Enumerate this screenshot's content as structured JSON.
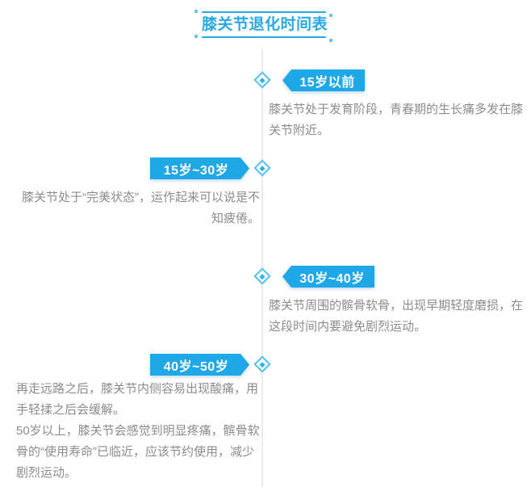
{
  "title": {
    "text": "膝关节退化时间表"
  },
  "colors": {
    "accent_blue": "#1fa8e8",
    "title_blue": "#29a9e2",
    "diamond_border": "#56c2eb",
    "diamond_fill": "#2eb3e8",
    "text_gray": "#8c8c8c",
    "timeline_gray": "#ececec"
  },
  "timeline": {
    "entries": [
      {
        "side": "right",
        "label": "15岁以前",
        "paragraphs": [
          "膝关节处于发育阶段，青春期的生长痛多发在膝关节附近。"
        ]
      },
      {
        "side": "left",
        "label": "15岁~30岁",
        "paragraphs": [
          "膝关节处于“完美状态”，运作起来可以说是不知疲倦。"
        ]
      },
      {
        "side": "right",
        "label": "30岁~40岁",
        "paragraphs": [
          "膝关节周围的髌骨软骨，出现早期轻度磨损，在这段时间内要避免剧烈运动。"
        ]
      },
      {
        "side": "left",
        "label": "40岁~50岁",
        "paragraphs": [
          "再走远路之后，膝关节内侧容易出现酸痛，用手轻揉之后会缓解。",
          "50岁以上，膝关节会感觉到明显疼痛，髌骨软骨的“使用寿命”已临近，应该节约使用，减少剧烈运动。"
        ]
      }
    ]
  }
}
